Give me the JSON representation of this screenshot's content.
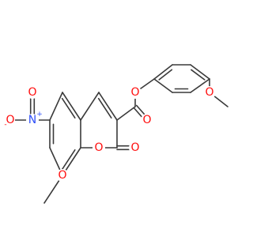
{
  "colors": {
    "bond": "#3a3a3a",
    "oxygen": "#ff0d0d",
    "nitrogen": "#3050f8",
    "background": "#ffffff"
  },
  "atoms": {
    "o_ester_single": "O",
    "o_ester_carbonyl": "O",
    "o_methoxy_phenyl": "O",
    "o_ring": "O",
    "o_lactone_carbonyl": "O",
    "o_methoxy_c8": "O",
    "n_nitro": "N",
    "n_nitro_charge": "+",
    "o_nitro_top": "O",
    "o_nitro_minus": "O",
    "o_nitro_minus_charge": "-"
  }
}
